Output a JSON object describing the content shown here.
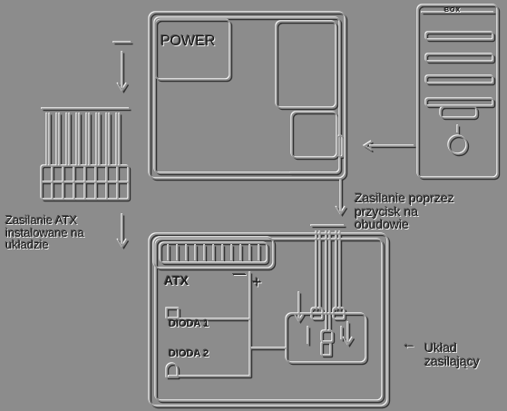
{
  "colors": {
    "background": "#8c8c8c",
    "highlight": "#f4f4f4",
    "shadow": "#3c3c3c",
    "text": "#1a1a1a"
  },
  "labels": {
    "power": "POWER",
    "box": "BOX",
    "atx_power_line1": "Zasilanie ATX",
    "atx_power_line2": "instalowane na",
    "atx_power_line3": "układzie",
    "case_power_line1": "Zasilanie poprzez",
    "case_power_line2": "przycisk na",
    "case_power_line3": "obudowie",
    "atx": "ATX",
    "minus": "—",
    "plus": "+",
    "led1": "DIODA 1",
    "led2": "DIODA 2",
    "circuit_arrow": "←",
    "circuit_line1": "Układ",
    "circuit_line2": "zasilający"
  }
}
